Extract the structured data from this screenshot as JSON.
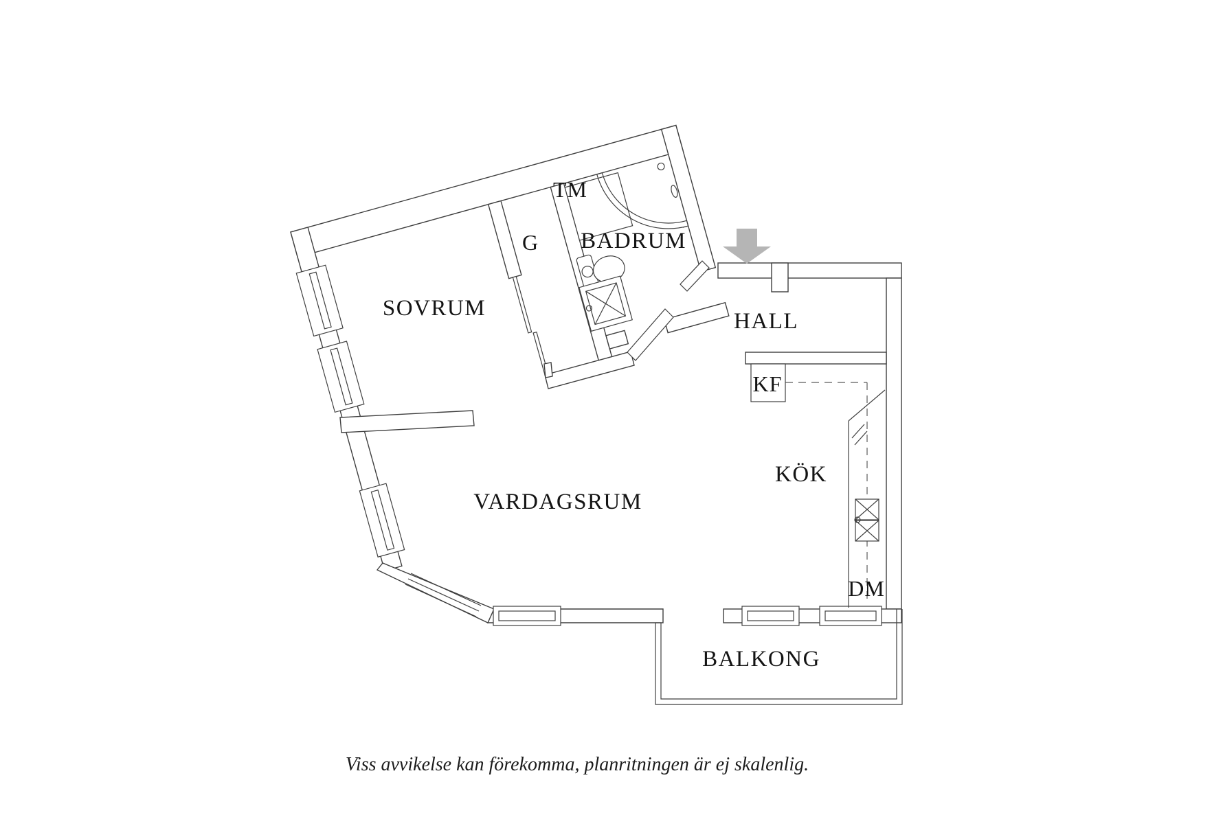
{
  "plan": {
    "room_labels": {
      "sovrum": "SOVRUM",
      "badrum": "BADRUM",
      "hall": "HALL",
      "kok": "KÖK",
      "vardagsrum": "VARDAGSRUM",
      "balkong": "BALKONG"
    },
    "fixture_labels": {
      "tm": "TM",
      "g": "G",
      "kf": "KF",
      "dm": "DM"
    },
    "colors": {
      "wall_line": "#3f3f3f",
      "label_text": "#141414",
      "entrance_arrow": "#b5b5b5",
      "background": "#ffffff"
    }
  },
  "caption": {
    "text": "Viss avvikelse kan förekomma, planritningen är ej skalenlig."
  }
}
